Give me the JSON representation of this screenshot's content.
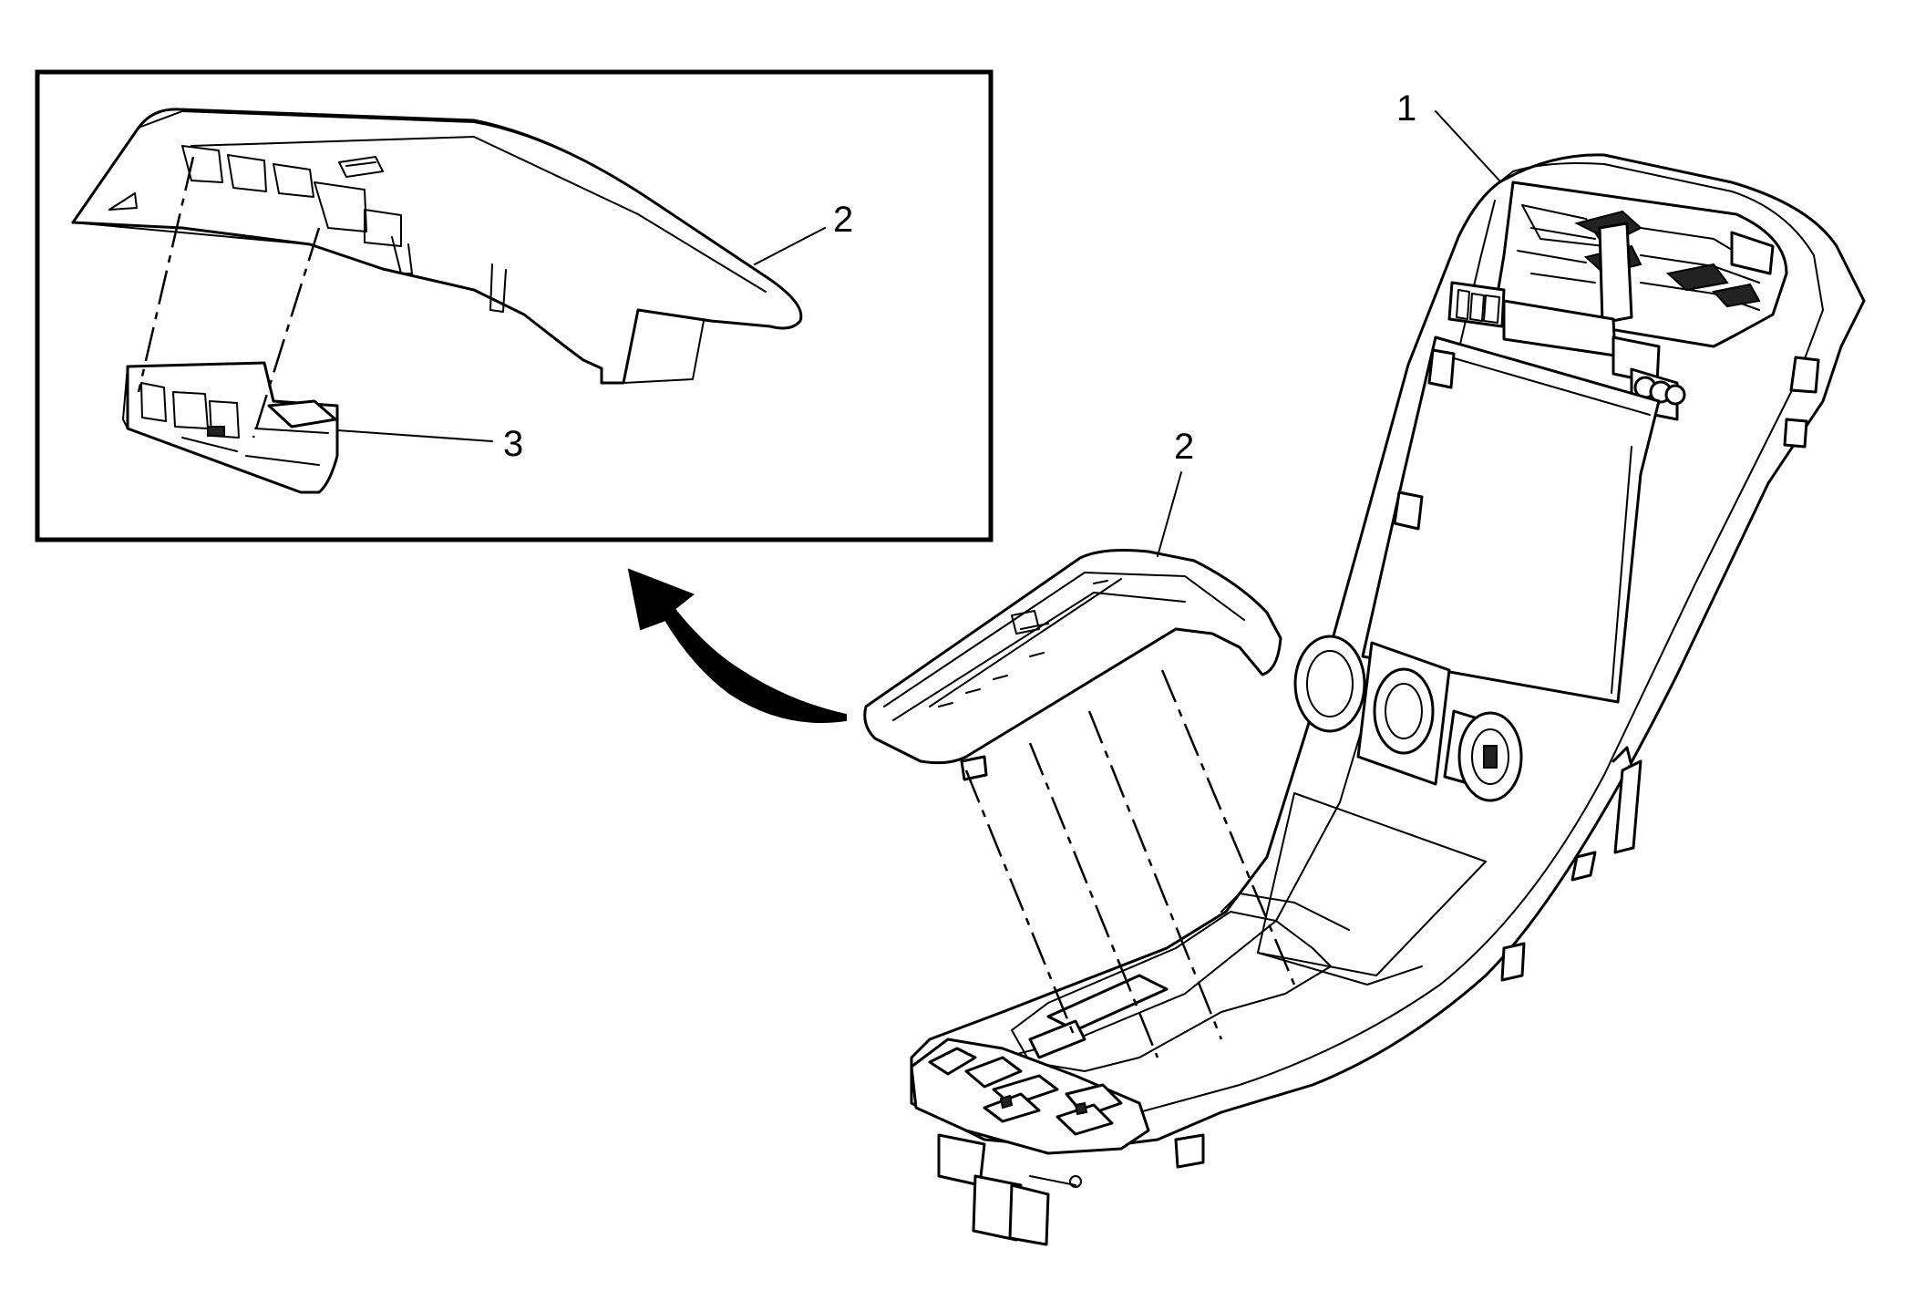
{
  "callouts": {
    "console_assembly": "1",
    "bezel_main": "2",
    "bezel_inset": "2",
    "switch_inset": "3"
  }
}
